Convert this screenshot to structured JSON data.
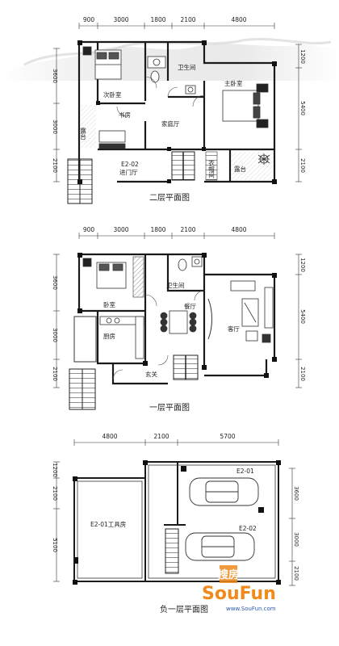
{
  "plans": {
    "second": {
      "title": "二层平面图",
      "dims_top": [
        "900",
        "3000",
        "1800",
        "2100",
        "4800"
      ],
      "dims_left": [
        "3600",
        "3000",
        "2100"
      ],
      "dims_right": [
        "1200",
        "5400",
        "2100"
      ],
      "rooms": {
        "second_bedroom": "次卧室",
        "bathroom": "卫生间",
        "master_bedroom": "主卧室",
        "study": "书房",
        "family_hall": "家庭厅",
        "terrace_left": "露台",
        "walk_in_closet": "衣帽间",
        "terrace_right": "露台",
        "unit_code": "E2-02",
        "entrance": "进门厅"
      }
    },
    "first": {
      "title": "一层平面图",
      "dims_top": [
        "900",
        "3000",
        "1800",
        "2100",
        "4800"
      ],
      "dims_left": [
        "3600",
        "3000",
        "2100"
      ],
      "dims_right": [
        "1200",
        "5400",
        "2100"
      ],
      "rooms": {
        "bathroom": "卫生间",
        "bedroom": "卧室",
        "dining": "餐厅",
        "kitchen": "厨房",
        "living": "客厅",
        "foyer": "玄关"
      }
    },
    "basement": {
      "title": "负一层平面图",
      "dims_top": [
        "4800",
        "2100",
        "5700"
      ],
      "dims_left": [
        "1200",
        "2100",
        "5100"
      ],
      "dims_right": [
        "3600",
        "3000",
        "2100"
      ],
      "rooms": {
        "garage1": "E2-01",
        "garage2": "E2-02",
        "tool_room": "E2-01工具房"
      }
    }
  },
  "watermark": {
    "cn_chars": "搜房",
    "brand": "SouFun",
    "url": "www.SouFun.com"
  },
  "colors": {
    "wall": "#1a1a1a",
    "line": "#333333",
    "terrace_hatch": "#555555",
    "watermark_orange": "#f08a1c",
    "watermark_blue": "#2a5db0",
    "ink_wash": "#e6e6e6"
  }
}
